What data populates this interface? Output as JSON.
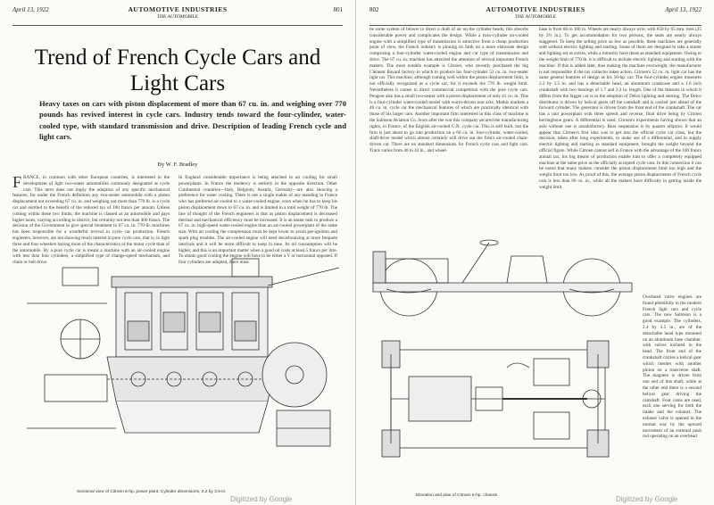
{
  "left_page": {
    "header": {
      "date": "April 13, 1922",
      "publication": "AUTOMOTIVE INDUSTRIES",
      "subtitle": "THE AUTOMOBILE",
      "page_number": "801"
    },
    "title": "Trend of French Cycle Cars and Light Cars",
    "deck": "Heavy taxes on cars with piston displacement of more than 67 cu. in. and weighing over 770 pounds has revived interest in cycle cars. Industry tends toward the four-cylinder, water-cooled type, with standard transmission and drive. Description of leading French cycle and light cars.",
    "byline": "By W. F. Bradley",
    "col1": "RANCE, in common with other European countries, is interested in the development of light two-seater automobiles commonly designated as cycle cars. This term does not imply the adoption of any specific mechanical features, for under the French definition any two-seater automobile with a piston displacement not exceeding 67 cu. in. and weighing not more than 770 lb. is a cycle car and entitled to the benefit of the reduced tax of 100 francs per annum. Unless coming within these two limits, the machine is classed as an automobile and pays higher taxes, varying according to district, but certainly not less than 400 francs. The decision of the Government to give special treatment to 67 cu. in. 770-lb. machines has been responsible for a wonderful revival in cycle car production. French engineers, however, are not showing much interest in pure cycle cars, that is, in light three and four-wheelers having more of the characteristics of the motor cycle than of the automobile. By a pure cycle car is meant a machine with an air-cooled engine with less than four cylinders, a simplified type of change-speed mechanism, and chain or belt drive.",
    "dropcap": "F",
    "col2": "In England considerable importance is being attached to air cooling for small powerplants. In France the tendency is entirely in the opposite direction. Other Continental countries—Italy, Belgium, Austria, Germany—are also showing a preference for water cooling. There is not a single maker of any standing in France who has preferred air-cooled to a water-cooled engine, even when he has to keep his piston displacement down to 67 cu. in. and is limited to a total weight of 770 lb. The line of thought of the French engineers is that as piston displacement is decreased thermal and mechanical efficiency must be increased. It is an easier task to produce a 67 cu. in. high-speed water-cooled engine than an air-cooled powerplant of the same size. With air cooling the compression must be kept lower to avoid pre-ignition and spark plug troubles. The air-cooled engine will need decarbonizing at more frequent intervals and it will be more difficult to keep in tune. Its oil consumption will be higher, and this is an important matter when a good oil costs at least 5 francs per litre. To obtain good cooling the engine will have to be either a V or horizontal opposed. If four cylinders are adopted, there must",
    "figure_caption": "Sectional view of Citroen 5-hp. power plant. Cylinder dimensions, 2.2 by 3.5-in.",
    "watermark": "Digitized by Google"
  },
  "right_page": {
    "header": {
      "date": "April 13, 1922",
      "publication": "AUTOMOTIVE INDUSTRIES",
      "subtitle": "THE AUTOMOBILE",
      "page_number": "802"
    },
    "col1": "be some system of blower to direct a draft of air on the cylinder heads; this absorbs considerable power and complicates the design. While a twin-cylinder air-cooled engine with a simplified type of transmission is attractive from a cheap production point of view, the French industry is pinning its faith on a more elaborate design comprising a four-cylinder water-cooled engine and car type of transmission and drive. The 67 cu. in. machine has attracted the attention of several important French makers. The most notable example is Citroen, who recently purchased the big Clement Bayard factory in which to produce his four-cylinder 52 cu. in. two-seater light car. This machine, although coming well within the piston displacement limit, is not officially recognized as a cycle car, for it exceeds the 770 lb. weight limit. Nevertheless it comes in direct commercial competition with the pure cycle cars. Peugeot also has a small two-seater with a piston displacement of only 41 cu. in. This is a four-cylinder water-cooled model with worm-driven rear axle. Mathis markets a 46 cu. in. cycle car the mechanical features of which are practically identical with those of his larger cars. Another important firm interested in this class of machine is the Salmson Aviation Co. Soon after the war this company secured the manufacturing rights, in France, of the English air-cooled G.N. cycle car. This is still built, but the firm is just about to go into production on a 66 cu. in. four-cylinder, water-cooled, shaft-drive model which almost certainly will drive out the firm's air-cooled chain-driven car. There are no standard dimensions for French cycle cars and light cars. Track varies from 40 to 43 in., and wheel-",
    "col2": "base is from 86 to 100 in. Wheels are nearly always wire, with 650 by 65 mm. tires (25 by 2½ in.). To get accommodation for two persons, the seats are nearly always staggered. To keep the selling price as low as possible, these machines are generally sold without electric lighting and starting. Some of them are designed to take a starter and lighting set as extras, while a minority have these as standard equipment. Owing to the weight limit of 770 lb. it is difficult to include electric lighting and starting with the machine. If this is added later, thus making the machine overweight, the manufacturer is not responsible if the tax collector takes action. Citroen's 52 cu. in. light car has the same general features of design as his 10-hp. car. The four-cylinder engine measures 2.2 by 3.5 in. and has a detachable head, an aluminum crankcase and a 1.6 inch crankshaft with two bearings of 1.7 and 2.3 in. length. One of the features in which it differs from the bigger car is in the adoption of Delco lighting and starting. The Delco distributor is driven by helical gears off the camshaft and is carried just ahead of the forward cylinder. The generator is driven from the front end of the crankshaft. The car has a unit powerplant with three speeds and reverse, final drive being by Citroen herringbone gears. A differential is used. Citroen's experiments having shown that an axle without one is unsatisfactory. Rear suspension is by quarter elliptics. It would appear that Citroen's first idea was to get into the official cycle car class, but the decision, taken after long experiments, to make use of a differential, and to supply electric lighting and starting as standard equipment, brought the weight beyond the official figure. While Citroen cannot sell in France with the advantage of the 100 francs annual tax, his big means of production enable him to offer a completely equipped machine at the same price as the officially accepted cycle cars. In this connection it can be noted that many makers consider the piston displacement limit too high and the weight limit too low. As proof of this, the average piston displacement of French cycle cars is less than 60 cu. in., while all the makers have difficulty in getting inside the weight limit.",
    "col2b": "Overhead valve engines are found plentifully in the modern French light cars and cycle cars. The new Salmson is a good example. The cylinders, 2.4 by 3.5 in., are of the detachable head type mounted on an aluminum base chamber, with valves inclined in the head. The front end of the crankshaft carries a helical gear which meshes with another pinion on a transverse shaft. The magneto is driven from one end of this shaft, while at the other end there is a second helical gear driving the camshaft. Four cams are used, each one serving for both the intake and the exhaust. The exhaust valve is opened in the normal way by the upward movement of an external push rod operating on an overhead",
    "figure_caption": "Elevation and plan of Citroen 5-hp. chassis",
    "watermark": "Digitized by Google"
  }
}
